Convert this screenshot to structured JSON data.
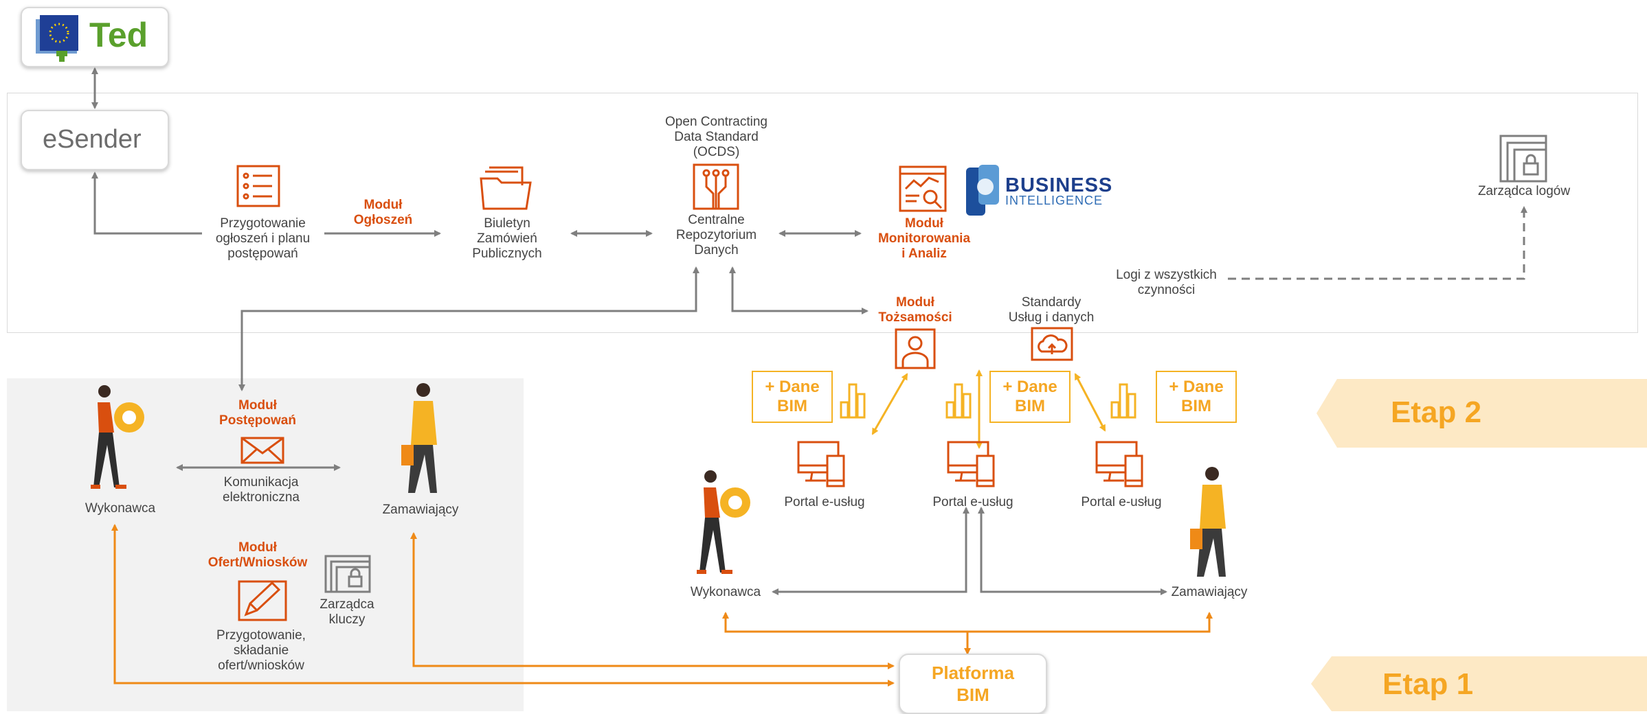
{
  "logos": {
    "ted": "Ted",
    "esender": "eSender",
    "bi_main": "BUSINESS",
    "bi_sub": "INTELLIGENCE"
  },
  "nodes": {
    "ocds_header": "Open Contracting\nData Standard\n(OCDS)",
    "przygotowanie_ogloszen": "Przygotowanie\nogłoszeń i planu\npostępowań",
    "modul_ogloszen": "Moduł\nOgłoszeń",
    "biuletyn": "Biuletyn\nZamówień\nPublicznych",
    "repozytorium": "Centralne\nRepozytorium\nDanych",
    "modul_monitorowania": "Moduł\nMonitorowania\ni Analiz",
    "zarzadca_logow": "Zarządca logów",
    "logi": "Logi z wszystkich\nczynności",
    "modul_tozsamosci": "Moduł\nTożsamości",
    "standardy": "Standardy\nUsług i danych",
    "modul_postepowan": "Moduł\nPostępowań",
    "komunikacja": "Komunikacja\nelektroniczna",
    "wykonawca": "Wykonawca",
    "zamawiajacy": "Zamawiający",
    "modul_ofert": "Moduł\nOfert/Wniosków",
    "zarzadca_kluczy": "Zarządca\nkluczy",
    "przygotowanie_ofert": "Przygotowanie,\nskładanie\nofert/wniosków",
    "portal": "Portal e-usług",
    "dane_bim": "+ Dane\nBIM",
    "platforma_bim": "Platforma\nBIM",
    "etap2": "Etap 2",
    "etap1": "Etap 1"
  },
  "icon_names": [
    "list-icon",
    "folder-icon",
    "circuit-icon",
    "analytics-icon",
    "lock-icon",
    "person-icon",
    "cloud-icon",
    "envelope-icon",
    "pencil-icon",
    "monitor-icon",
    "bar-chart-icon"
  ],
  "colors": {
    "orange": "#d94f0f",
    "amber": "#f5a623",
    "gray_line": "#7f7f7f",
    "etap_bg": "#fde9c5"
  }
}
